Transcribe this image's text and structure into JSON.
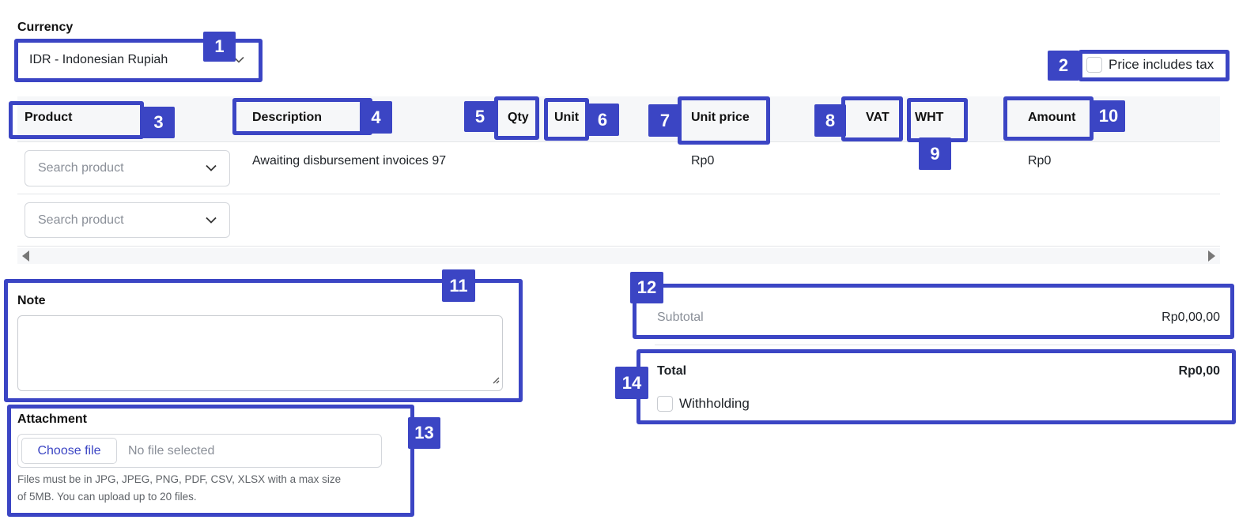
{
  "currency": {
    "label": "Currency",
    "selected": "IDR - Indonesian Rupiah"
  },
  "price_includes_tax": {
    "label": "Price includes tax",
    "checked": false
  },
  "table": {
    "headers": {
      "product": "Product",
      "description": "Description",
      "qty": "Qty",
      "unit": "Unit",
      "unit_price": "Unit price",
      "vat": "VAT",
      "wht": "WHT",
      "amount": "Amount"
    },
    "rows": [
      {
        "product_placeholder": "Search product",
        "description": "Awaiting disbursement invoices 97",
        "unit_price": "Rp0",
        "amount": "Rp0"
      },
      {
        "product_placeholder": "Search product",
        "description": "",
        "unit_price": "",
        "amount": ""
      }
    ]
  },
  "note": {
    "label": "Note",
    "value": ""
  },
  "attachment": {
    "label": "Attachment",
    "button": "Choose file",
    "status": "No file selected",
    "help_line1": "Files must be in JPG, JPEG, PNG, PDF, CSV, XLSX with a max size",
    "help_line2": "of 5MB. You can upload up to 20 files."
  },
  "summary": {
    "subtotal_label": "Subtotal",
    "subtotal_value": "Rp0,00,00",
    "total_label": "Total",
    "total_value": "Rp0,00",
    "withholding_label": "Withholding",
    "withholding_checked": false
  },
  "annotations": [
    "1",
    "2",
    "3",
    "4",
    "5",
    "6",
    "7",
    "8",
    "9",
    "10",
    "11",
    "12",
    "13",
    "14"
  ],
  "colors": {
    "annotation": "#3b45c4",
    "header_bg": "#f6f7f9",
    "border": "#d4d7dc",
    "link": "#3b45c4"
  },
  "icons": [
    "chevron-down-icon",
    "scroll-left-icon",
    "scroll-right-icon",
    "resize-grip-icon"
  ]
}
